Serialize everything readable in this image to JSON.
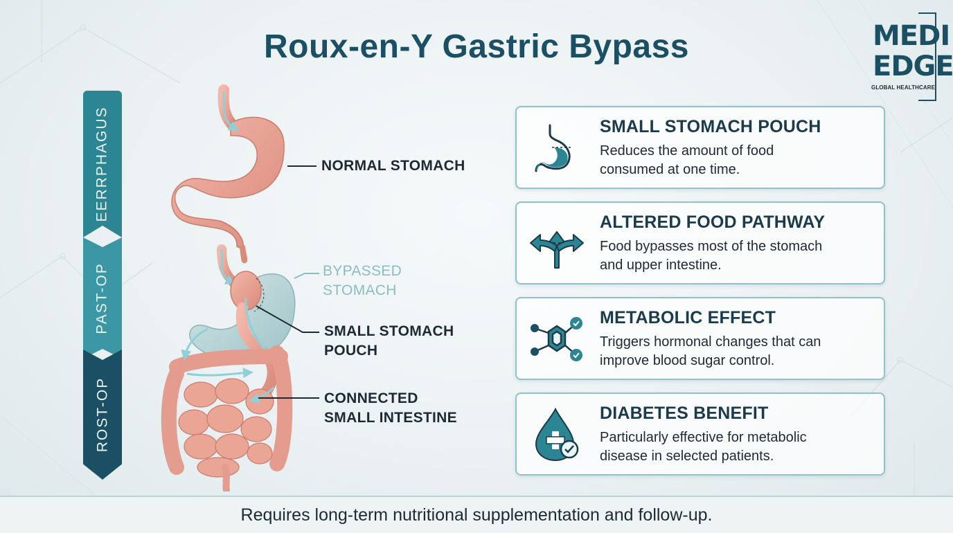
{
  "title": "Roux-en-Y Gastric Bypass",
  "logo": {
    "line1": "MEDI",
    "line2": "EDGE",
    "line3": "GLOBAL HEALTHCARE"
  },
  "stages": [
    "EERRPHAGUS",
    "PAST-OP",
    "ROST-OP"
  ],
  "anatomy_labels": {
    "normal": "NORMAL STOMACH",
    "bypassed_1": "BYPASSED",
    "bypassed_2": "STOMACH",
    "pouch_1": "SMALL STOMACH",
    "pouch_2": "POUCH",
    "intestine_1": "CONNECTED",
    "intestine_2": "SMALL INTESTINE"
  },
  "cards": [
    {
      "title": "SMALL STOMACH POUCH",
      "line1": "Reduces the amount of food",
      "line2": "consumed at one time.",
      "icon": "stomach-pouch-icon"
    },
    {
      "title": "ALTERED FOOD PATHWAY",
      "line1": "Food bypasses most of the stomach",
      "line2": "and upper intestine.",
      "icon": "split-arrows-icon"
    },
    {
      "title": "METABOLIC EFFECT",
      "line1": "Triggers hormonal changes that can",
      "line2": "improve blood sugar control.",
      "icon": "molecule-icon"
    },
    {
      "title": "DIABETES BENEFIT",
      "line1": "Particularly effective for metabolic",
      "line2": "disease in selected patients.",
      "icon": "blood-drop-icon"
    }
  ],
  "footer": "Requires long-term nutritional supplementation and follow-up.",
  "colors": {
    "primary": "#1b4f63",
    "teal": "#2c8593",
    "stomach": "#e8a091",
    "bypassed": "#b8d4d6"
  }
}
